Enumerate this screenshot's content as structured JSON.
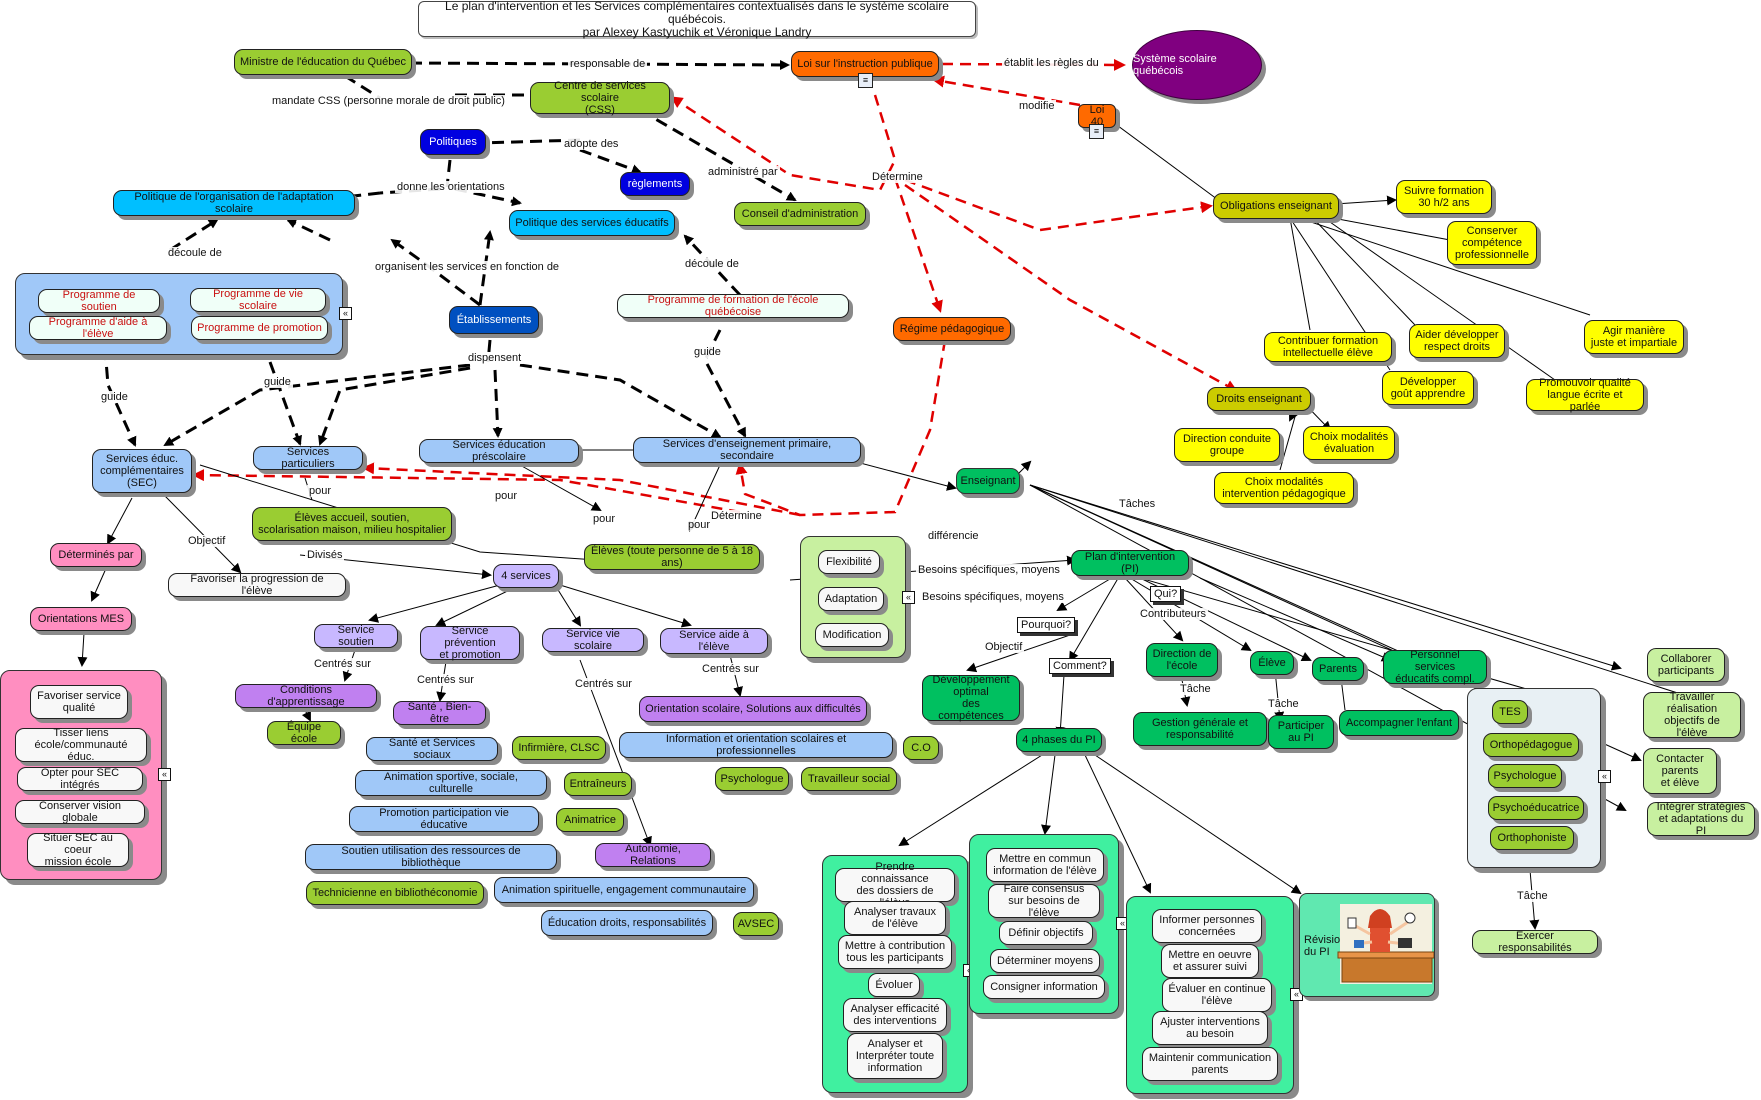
{
  "title": "Le plan d'intervention et les Services complémentaires contextualisés dans le système scolaire québécois.\npar Alexey Kastyuchik et Véronique Landry",
  "colors": {
    "olive": "#9acd32",
    "orange": "#ff6a00",
    "purple": "#800080",
    "blue_light": "#a0c8f8",
    "cyan": "#00bfff",
    "blue_dark": "#0000e0",
    "yellow": "#ffff00",
    "green": "#00c060",
    "pink": "#ff8ec0",
    "lavender": "#c8b8ff",
    "light_green": "#c8f0a0",
    "mint": "#60e8b0"
  },
  "nodes": {
    "ministere": "Ministre de l'éducation du Québec",
    "loi_ip": "Loi sur l'instruction publique",
    "systeme": "Système scolaire québécois",
    "css": "Centre de services scolaire\n(CSS)",
    "loi40": "Loi 40",
    "politiques": "Politiques",
    "reglements": "règlements",
    "pol_adapt": "Politique de l'organisation de l'adaptation scolaire",
    "pol_serv": "Politique des services éducatifs",
    "conseil": "Conseil d'administration",
    "oblig": "Obligations enseignant",
    "suivre": "Suivre formation\n30 h/2 ans",
    "conserver_comp": "Conserver\ncompétence\nprofessionnelle",
    "prog_soutien": "Programme de soutien",
    "prog_vie": "Programme de vie scolaire",
    "prog_aide": "Programme d'aide à l'élève",
    "prog_promo": "Programme de promotion",
    "etab": "Établissements",
    "pfeq": "Programme de formation de l'école québécoise",
    "regime": "Régime pédagogique",
    "contribuer": "Contribuer formation\nintellectuelle élève",
    "aider_dev": "Aider développer\nrespect droits",
    "agir": "Agir manière\njuste et impartiale",
    "developper_gout": "Développer\ngoût apprendre",
    "promouvoir": "Promouvoir qualité\nlangue écrite et parlée",
    "droits": "Droits enseignant",
    "direction_groupe": "Direction conduite\ngroupe",
    "choix_eval": "Choix modalités\névaluation",
    "choix_interv": "Choix modalités\nintervention pédagogique",
    "sec": "Services éduc.\ncomplémentaires\n(SEC)",
    "serv_part": "Services particuliers",
    "serv_presco": "Services éducation préscolaire",
    "serv_ens": "Services d'enseignement primaire, secondaire",
    "enseignant": "Enseignant",
    "eleves_accueil": "Élèves accueil, soutien,\nscolarisation maison, milieu hospitalier",
    "eleves_age": "Élèves (toute personne de 5 à 18 ans)",
    "determines": "Déterminés par",
    "favoriser_prog": "Favoriser la progression de l'élève",
    "quatre_services": "4 services",
    "orient_mes": "Orientations MES",
    "flexibilite": "Flexibilité",
    "adaptation": "Adaptation",
    "modification": "Modification",
    "pi": "Plan d'intervention (PI)",
    "serv_soutien": "Service soutien",
    "serv_prev": "Service prévention\net promotion",
    "serv_vie": "Service vie scolaire",
    "serv_aide": "Service aide à l'élève",
    "cond_app": "Conditions d'apprentissage",
    "equipe_ecole": "Équipe école",
    "sante_bien": "Santé , Bien-être",
    "orient_scol": "Orientation scolaire, Solutions aux difficultés",
    "sante_sociaux": "Santé et Services sociaux",
    "infirmiere": "Infirmière, CLSC",
    "info_orient": "Information et orientation scolaires et professionnelles",
    "co": "C.O",
    "psychologue1": "Psychologue",
    "travailleur": "Travailleur social",
    "animation_sport": "Animation sportive, sociale, culturelle",
    "entraineurs": "Entraîneurs",
    "promotion_part": "Promotion participation vie éducative",
    "animatrice": "Animatrice",
    "autonomie": "Autonomie, Relations",
    "soutien_biblio": "Soutien utilisation des  ressources de bibliothèque",
    "tech_biblio": "Technicienne en bibliothéconomie",
    "anim_spir": "Animation spirituelle, engagement communautaire",
    "education_droits": "Éducation droits, responsabilités",
    "avsec": "AVSEC",
    "favoriser_serv": "Favoriser service\nqualité",
    "tisser": "Tisser liens\nécole/communauté éduc.",
    "opter": "Opter pour SEC intégrés",
    "conserver_vision": "Conserver vision globale",
    "situer": "Situer SEC au coeur\nmission école",
    "dev_optimal": "Développement\noptimal\ndes compétences",
    "direction_ecole": "Direction de\nl'école",
    "eleve": "Élève",
    "parents": "Parents",
    "personnel": "Personnel services\néducatifs compl.",
    "collaborer": "Collaborer\nparticipants",
    "gestion": "Gestion générale et\nresponsabilité",
    "participer": "Participer\nau PI",
    "accompagner": "Accompagner l'enfant",
    "tes": "TES",
    "orthopedagogue": "Orthopédagogue",
    "psychologue2": "Psychologue",
    "psychoeducatrice": "Psychoéducatrice",
    "orthophoniste": "Orthophoniste",
    "travailler": "Travailler\nréalisation\nobjectifs de l'élève",
    "contacter": "Contacter\nparents\net élève",
    "integrer": "Intégrer stratégies\net adaptations du PI",
    "quatre_phases": "4 phases du PI",
    "exercer": "Exercer responsabilités",
    "prendre": "Prendre connaissance\ndes dossiers de l'élève",
    "analyser_trav": "Analyser travaux\nde l'élève",
    "mettre_contrib": "Mettre à contribution\ntous les participants",
    "evoluer": "Évoluer",
    "analyser_eff": "Analyser efficacité\ndes interventions",
    "analyser_interp": "Analyser et\nInterpréter toute\ninformation",
    "mettre_commun": "Mettre en commun\ninformation de l'élève",
    "faire_consensus": "Faire consensus\nsur besoins de l'élève",
    "definir": "Définir objectifs",
    "determiner": "Déterminer moyens",
    "consigner": "Consigner information",
    "informer": "Informer personnes\nconcernées",
    "mettre_oeuvre": "Mettre en oeuvre\net assurer suivi",
    "evaluer": "Évaluer en continue\nl'élève",
    "ajuster": "Ajuster interventions\nau besoin",
    "maintenir": "Maintenir communication\nparents",
    "revision": "Révision\ndu PI"
  },
  "link_labels": {
    "responsable": "responsable de",
    "etablit": "établit les règles du",
    "mandate": "mandate CSS (personne morale de droit public)",
    "modifie": "modifie",
    "adopte": "adopte des",
    "administre": "administré par",
    "determine1": "Détermine",
    "donne": "donne les orientations",
    "decoule1": "découle de",
    "organisent": "organisent les services en fonction de",
    "decoule2": "découle de",
    "dispensent": "dispensent",
    "guide1": "guide",
    "guide2": "guide",
    "guide3": "guide",
    "pour1": "pour",
    "pour2": "pour",
    "pour3": "pour",
    "pour4": "pour",
    "determine2": "Détermine",
    "objectif1": "Objectif",
    "divises": "Divisés",
    "taches": "Tâches",
    "differencie": "différencie",
    "besoins1": "Besoins spécifiques, moyens",
    "besoins2": "Besoins spécifiques, moyens",
    "qui": "Qui?",
    "pourquoi": "Pourquoi?",
    "contributeurs": "Contributeurs",
    "objectif2": "Objectif",
    "comment": "Comment?",
    "tache1": "Tâche",
    "tache2": "Tâche",
    "tache3": "Tâche",
    "centres1": "Centrés sur",
    "centres2": "Centrés sur",
    "centres3": "Centrés sur",
    "centres4": "Centrés sur"
  }
}
